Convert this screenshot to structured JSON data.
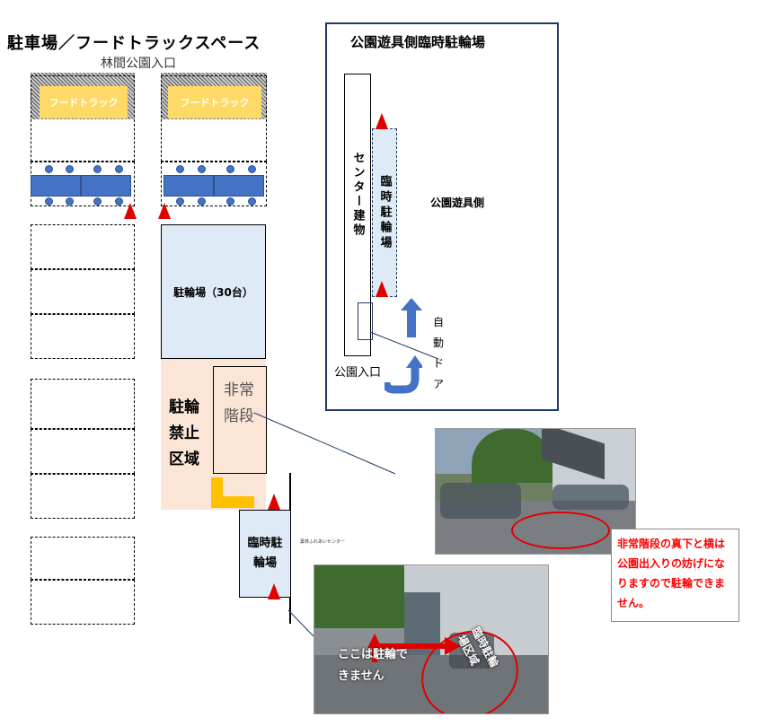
{
  "left": {
    "title": "駐車場／フードトラックスペース",
    "entrance": "林間公園入口",
    "food_truck_1": "フードトラック",
    "food_truck_2": "フードトラック",
    "bike_parking": "駐輪場（30台）",
    "no_parking": "駐輪禁止区域",
    "emergency_stairs": "非常階段",
    "temp_bike_parking": "臨時駐輪場",
    "center_small_label": "葉林ふれあいセンター"
  },
  "inset": {
    "title": "公園遊具側臨時駐輪場",
    "center_building": "センター建物",
    "temp_bike_parking": "臨時駐輪場",
    "playground_side": "公園遊具側",
    "auto_door": "自動ドア",
    "park_entrance": "公園入口"
  },
  "notice": {
    "text": "非常階段の真下と横は公園出入りの妨げになりますので駐輪できません。",
    "color": "#ff0000"
  },
  "photo2": {
    "cannot_park": "ここは駐輪できません",
    "zone": "臨時駐輪場区域"
  },
  "colors": {
    "truck": "#ffd966",
    "table": "#4472c4",
    "bike_area": "#deebf7",
    "no_parking_area": "#fbe5d6",
    "triangle": "#e00000",
    "inset_border": "#1f3864",
    "arrow": "#4472c4"
  }
}
